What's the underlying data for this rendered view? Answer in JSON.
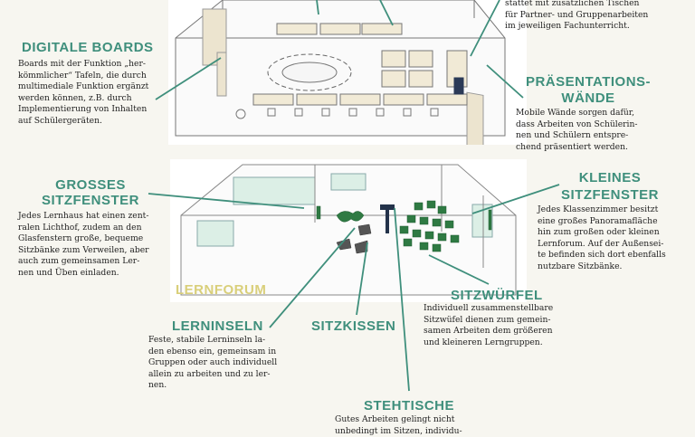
{
  "top_left": {
    "title": "DIGITALE BOARDS",
    "text": "Boards mit der Funktion „her-\nkömmlicher“ Tafeln, die durch\nmultimediale Funktion ergänzt\nwerden können, z.B. durch\nImplementierung von Inhalten\nauf Schülergeräten."
  },
  "top_right_fragment": {
    "text": "stattet mit zusätzlichen Tischen\nfür Partner- und Gruppenarbeiten\nim jeweiligen Fachunterricht."
  },
  "presentation": {
    "title_line1": "PRÄSENTATIONS-",
    "title_line2": "WÄNDE",
    "text": "Mobile Wände sorgen dafür,\ndass Arbeiten von Schülerin-\nnen und Schülern entspre-\nchend präsentiert werden."
  },
  "large_window": {
    "title_line1": "GROSSES",
    "title_line2": "SITZFENSTER",
    "text": "Jedes Lernhaus hat einen zent-\nralen  Lichthof, zudem an den\nGlasfenstern große, bequeme\nSitzbänke zum Verweilen, aber\nauch zum gemeinsamen Ler-\nnen und Üben einladen."
  },
  "small_window": {
    "title_line1": "KLEINES",
    "title_line2": "SITZFENSTER",
    "text": "Jedes Klassenzimmer besitzt\neine großes Panoramafläche\nhin zum großen oder kleinen\nLernforum. Auf der Außensei-\nte befinden sich dort ebenfalls\nnutzbare Sitzbänke."
  },
  "lernforum_label": "LERNFORUM",
  "cubes": {
    "title": "SITZWÜRFEL",
    "text": "Individuell zusammenstellbare\nSitzwüfel dienen zum gemein-\nsamen Arbeiten dem größeren\nund kleineren Lerngruppen."
  },
  "islands": {
    "title": "LERNINSELN",
    "text": "Feste, stabile Lerninseln la-\nden ebenso ein, gemeinsam in\nGruppen oder auch individuell\nallein zu arbeiten und zu ler-\nnen."
  },
  "cushions": {
    "title": "SITZKISSEN"
  },
  "standing_tables": {
    "title": "STEHTISCHE",
    "text": "Gutes Arbeiten gelingt nicht\nunbedingt im Sitzen, individu-"
  },
  "colors": {
    "accent": "#3f8f7c",
    "lernforum": "#d9cf7a",
    "background": "#f7f6f0",
    "furniture_green": "#2f7a43",
    "dark_blue": "#23324a"
  }
}
